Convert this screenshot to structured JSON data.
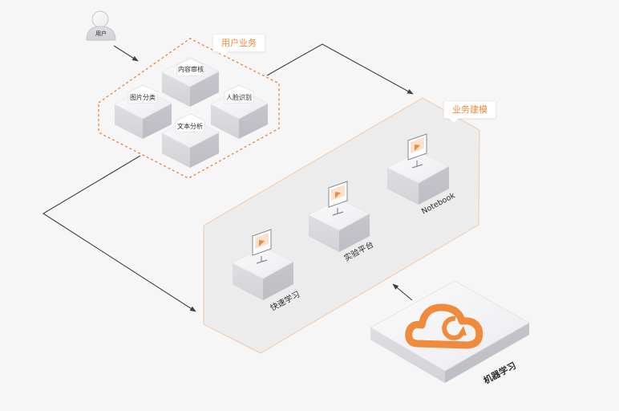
{
  "diagram": {
    "user": {
      "label": "用户"
    },
    "user_business": {
      "tag": "用户业务",
      "services": [
        {
          "label": "内容审核"
        },
        {
          "label": "图片分类"
        },
        {
          "label": "人脸识别"
        },
        {
          "label": "文本分析"
        }
      ]
    },
    "business_modeling": {
      "tag": "业务建模",
      "tools": [
        {
          "label": "快速学习"
        },
        {
          "label": "实验平台"
        },
        {
          "label": "Notebook"
        }
      ]
    },
    "machine_learning": {
      "label": "机器学习",
      "icon": "cloud-refresh-icon"
    },
    "colors": {
      "accent": "#f08a3c",
      "line": "#3a3f47"
    }
  }
}
